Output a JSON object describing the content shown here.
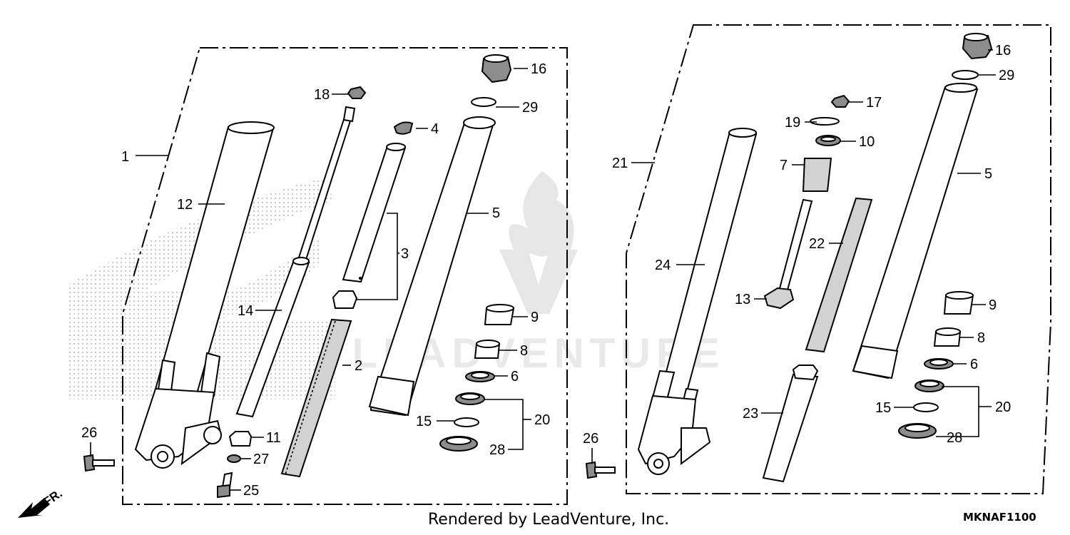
{
  "diagram": {
    "credit": "Rendered by LeadVenture, Inc.",
    "diagram_code": "MKNAF1100",
    "front_indicator": "FR.",
    "watermark": "LEADVENTURE",
    "left_assembly": {
      "labels": {
        "p1": "1",
        "p2": "2",
        "p3": "3",
        "p4": "4",
        "p5": "5",
        "p8": "8",
        "p9": "9",
        "p11": "11",
        "p12": "12",
        "p14": "14",
        "p15": "15",
        "p16": "16",
        "p18": "18",
        "p20": "20",
        "p25": "25",
        "p26": "26",
        "p27": "27",
        "p28": "28",
        "p29": "29"
      }
    },
    "right_assembly": {
      "labels": {
        "p5": "5",
        "p6": "6",
        "p7": "7",
        "p8": "8",
        "p9": "9",
        "p10": "10",
        "p13": "13",
        "p15": "15",
        "p16": "16",
        "p17": "17",
        "p19": "19",
        "p20": "20",
        "p21": "21",
        "p22": "22",
        "p23": "23",
        "p24": "24",
        "p26": "26",
        "p28": "28",
        "p29": "29"
      }
    },
    "left_extra_labels": {
      "p6": "6"
    }
  }
}
